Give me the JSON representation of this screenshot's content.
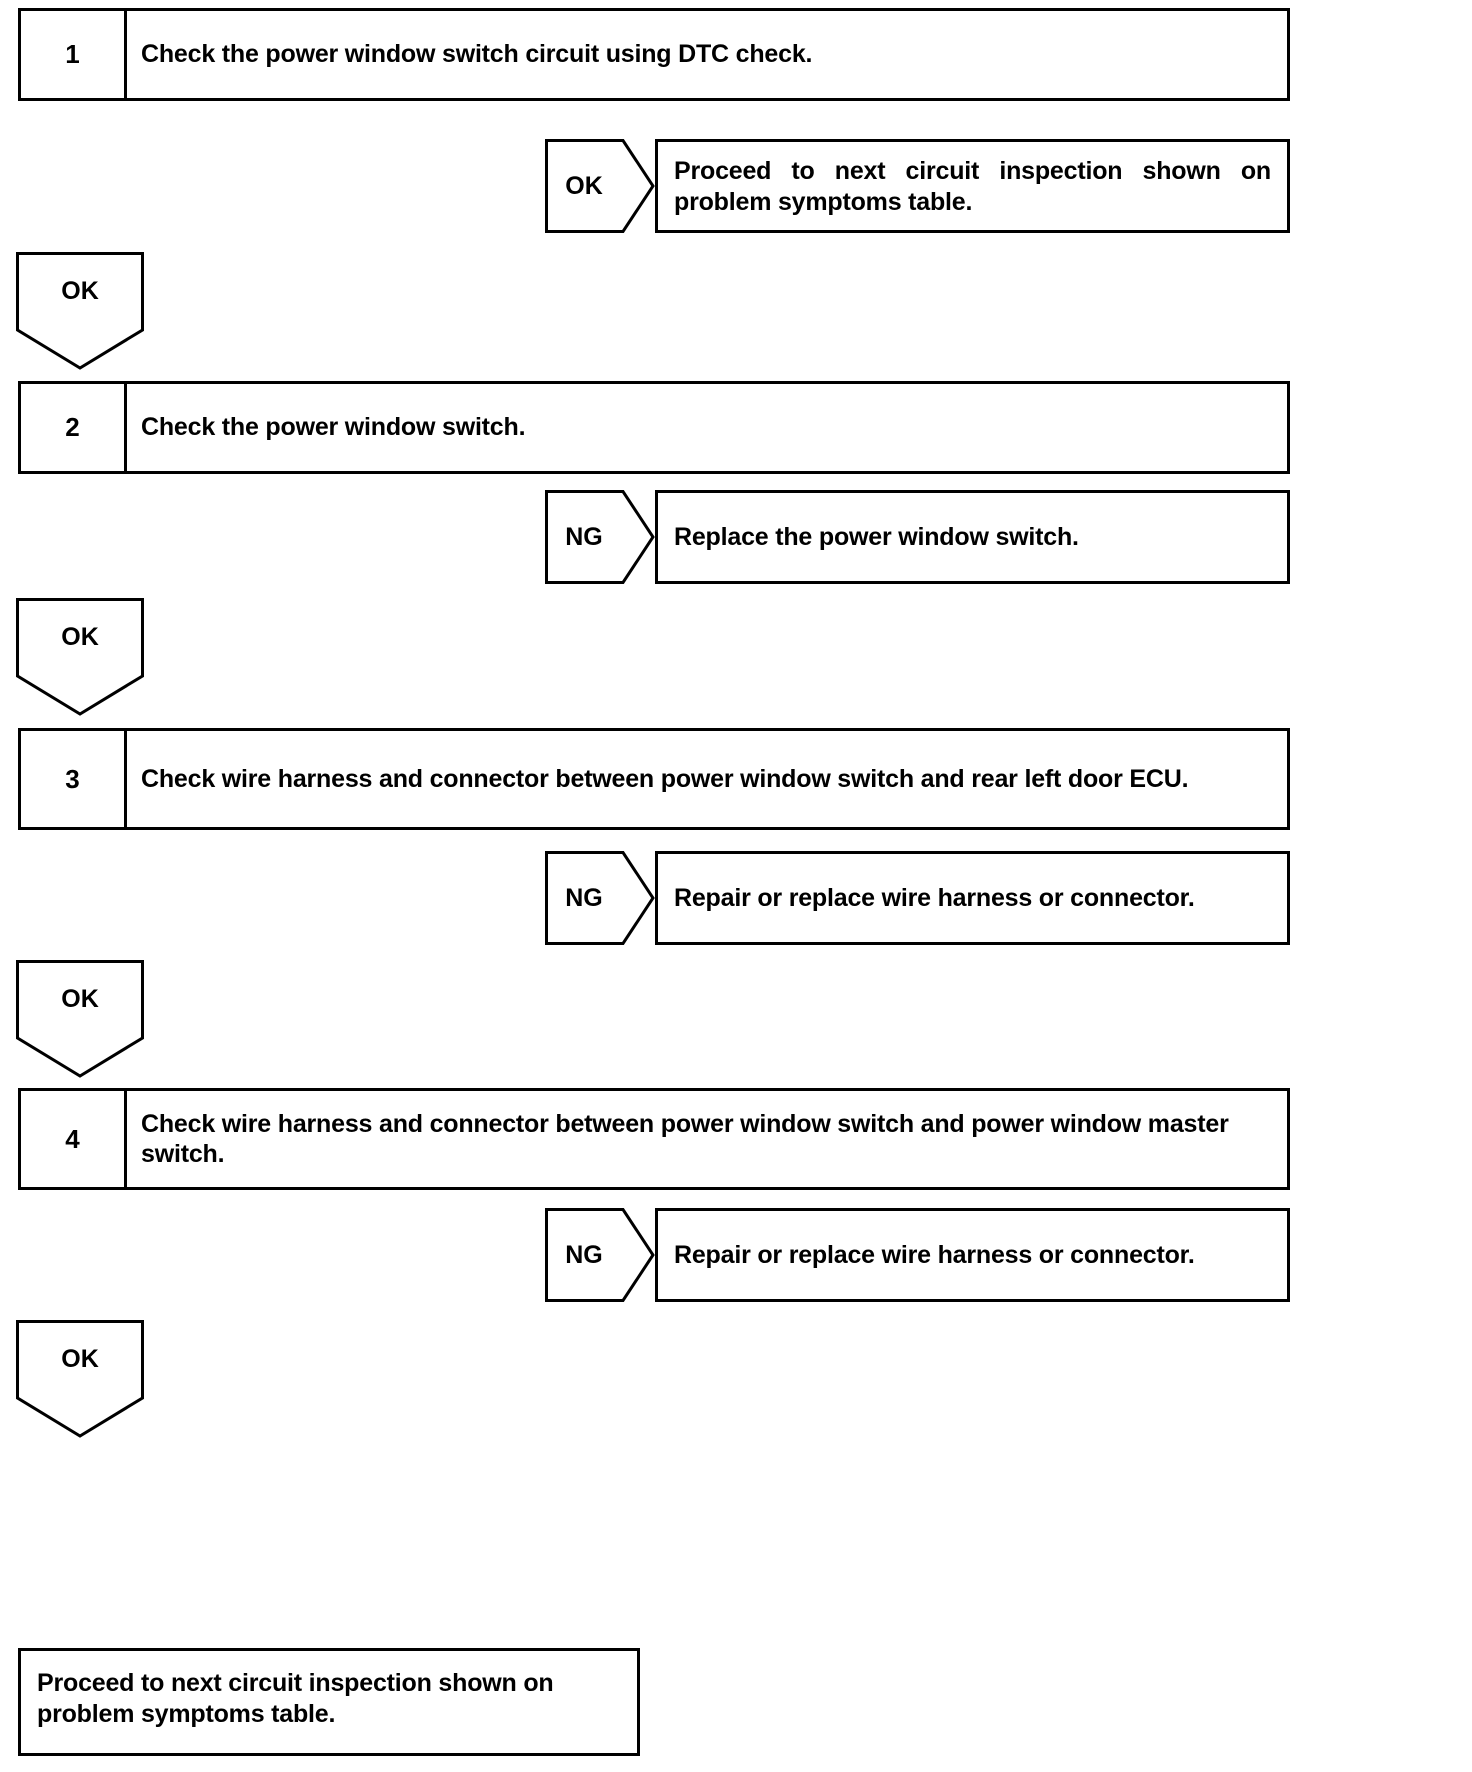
{
  "doc": {
    "type": "troubleshooting-flowchart",
    "title": "Power window switch circuit inspection flow"
  },
  "steps": [
    {
      "number": "1",
      "text": "Check the power window switch circuit using DTC check.",
      "result_label": "OK",
      "result_lines": [
        "Proceed to next circuit inspection shown on",
        "problem symptoms table."
      ],
      "continue_label": "OK"
    },
    {
      "number": "2",
      "text": "Check the power window switch.",
      "result_label": "NG",
      "result_lines": [
        "Replace the power window switch."
      ],
      "continue_label": "OK"
    },
    {
      "number": "3",
      "text": "Check wire harness and connector between power window switch and rear left door ECU.",
      "result_label": "NG",
      "result_lines": [
        "Repair or replace wire harness or connector."
      ],
      "continue_label": "OK"
    },
    {
      "number": "4",
      "text": "Check wire harness and connector between power window switch and power window master switch.",
      "result_label": "NG",
      "result_lines": [
        "Repair or replace wire harness or connector."
      ],
      "continue_label": "OK"
    }
  ],
  "final": {
    "lines": [
      "Proceed to next circuit inspection shown on",
      "problem symptoms table."
    ]
  },
  "colors": {
    "stroke": "#000000",
    "background": "#ffffff"
  }
}
